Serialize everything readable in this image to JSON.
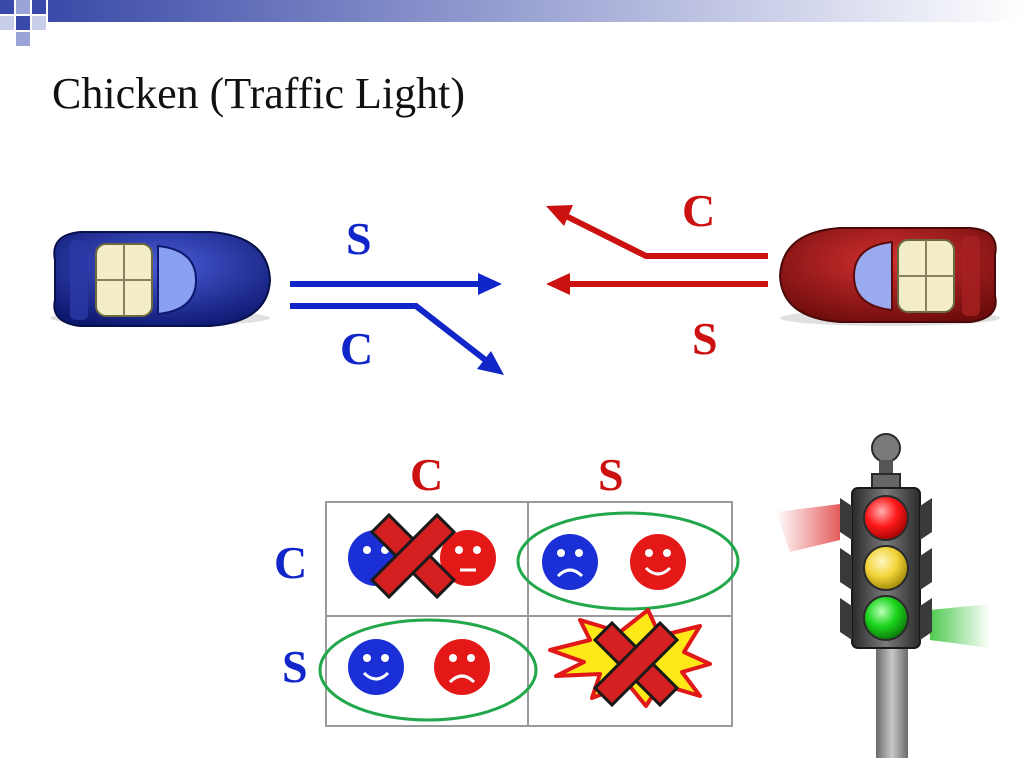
{
  "title": "Chicken (Traffic Light)",
  "colors": {
    "blue_player": "#1126c8",
    "red_player": "#cc1111",
    "blue_face": "#1a2fd6",
    "red_face": "#e51818",
    "ellipse": "#22a84a",
    "cross": "#d42020",
    "deck_bar": "#4a5ab0"
  },
  "arrows": {
    "blue_straight_label": "S",
    "blue_chicken_label": "C",
    "red_chicken_label": "C",
    "red_straight_label": "S"
  },
  "matrix": {
    "col_headers": [
      "C",
      "S"
    ],
    "row_headers": [
      "C",
      "S"
    ],
    "cells": [
      {
        "row": "C",
        "col": "C",
        "blue": "neutral-face",
        "red": "neutral-face",
        "crossed": true,
        "highlighted": false
      },
      {
        "row": "C",
        "col": "S",
        "blue": "sad-face",
        "red": "happy-face",
        "crossed": false,
        "highlighted": true
      },
      {
        "row": "S",
        "col": "C",
        "blue": "happy-face",
        "red": "sad-face",
        "crossed": false,
        "highlighted": true
      },
      {
        "row": "S",
        "col": "S",
        "blue": "crash-burst",
        "red": "crash-burst",
        "crossed": true,
        "highlighted": false
      }
    ]
  },
  "icons": [
    "blue-car-icon",
    "red-car-icon",
    "traffic-light-icon",
    "explosion-icon",
    "cross-icon"
  ]
}
